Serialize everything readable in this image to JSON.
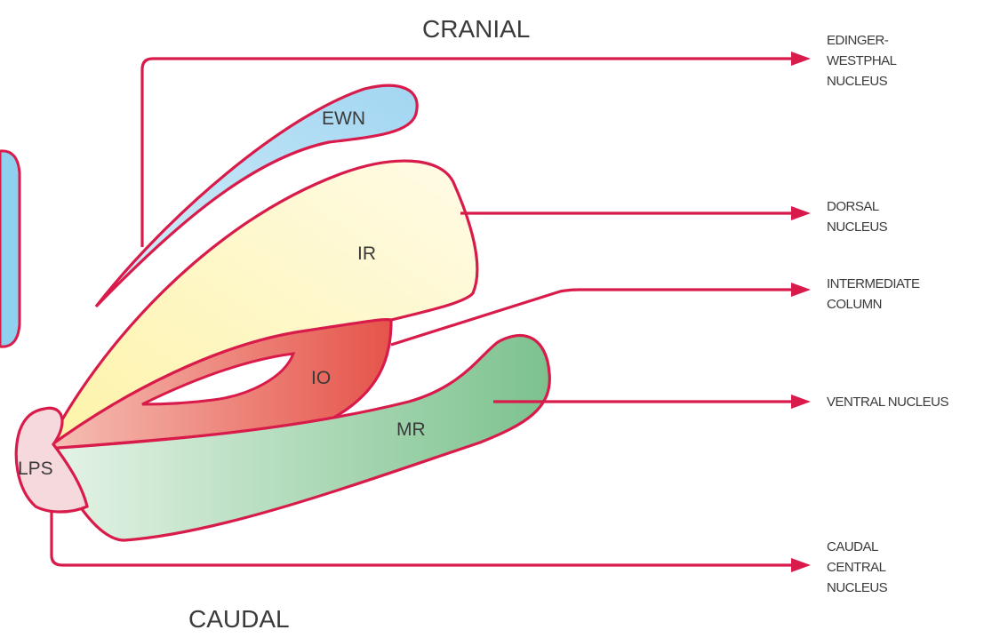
{
  "orientation": {
    "top": "CRANIAL",
    "bottom": "CAUDAL"
  },
  "structures": {
    "ewn": "EWN",
    "ir": "IR",
    "io": "IO",
    "mr": "MR",
    "lps": "LPS"
  },
  "labels": {
    "edinger_westphal": [
      "EDINGER-",
      "WESTPHAL",
      "NUCLEUS"
    ],
    "dorsal": [
      "DORSAL",
      "NUCLEUS"
    ],
    "intermediate": [
      "INTERMEDIATE",
      "COLUMN"
    ],
    "ventral": [
      "VENTRAL NUCLEUS"
    ],
    "caudal_central": [
      "CAUDAL",
      "CENTRAL",
      "NUCLEUS"
    ]
  },
  "colors": {
    "line": "#d81b4a",
    "ewn_fill": "#a9d8f0",
    "ir_fill": "#fdf6c4",
    "io_fill": "#e86a5e",
    "mr_fill": "#8cc99a",
    "lps_fill": "#f6d9dc",
    "partial_blue": "#8fd0ef"
  }
}
